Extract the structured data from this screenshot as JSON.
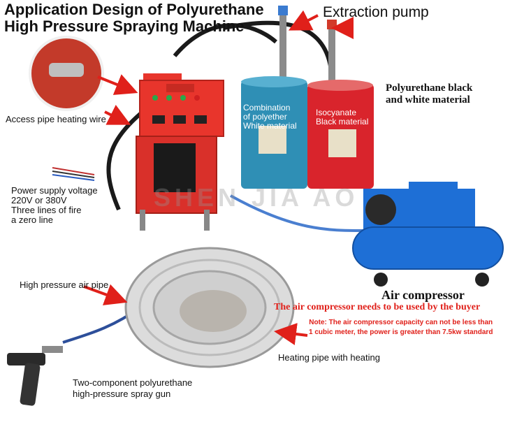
{
  "title": {
    "line1": "Application Design of Polyurethane",
    "line2": "High Pressure Spraying Machine"
  },
  "labels": {
    "extraction_pump": "Extraction pump",
    "pu_black_white_1": "Polyurethane black",
    "pu_black_white_2": "and white material",
    "access_pipe": "Access pipe heating wire",
    "combination_1": "Combination",
    "combination_2": "of polyether",
    "combination_3": "White material",
    "isocyanate_1": "Isocyanate",
    "isocyanate_2": "Black material",
    "power_1": "Power supply voltage",
    "power_2": "220V or 380V",
    "power_3": "Three lines of fire",
    "power_4": "a zero line",
    "hp_air_pipe": "High pressure air pipe",
    "air_compressor": "Air compressor",
    "buyer_note": "The air compressor needs to be used by the buyer",
    "note_1": "Note: The air compressor capacity can not be less than",
    "note_2": "1 cubic meter, the power is greater than 7.5kw standard",
    "heating_pipe": "Heating pipe with heating",
    "gun_1": "Two-component polyurethane",
    "gun_2": "high-pressure spray gun"
  },
  "watermark": "SHEN JIA AO",
  "colors": {
    "arrow": "#e0201a",
    "machine_red": "#e8352c",
    "barrel_blue": "#2f8fb5",
    "barrel_red": "#d9242c",
    "compressor_blue": "#1e6fd6"
  }
}
